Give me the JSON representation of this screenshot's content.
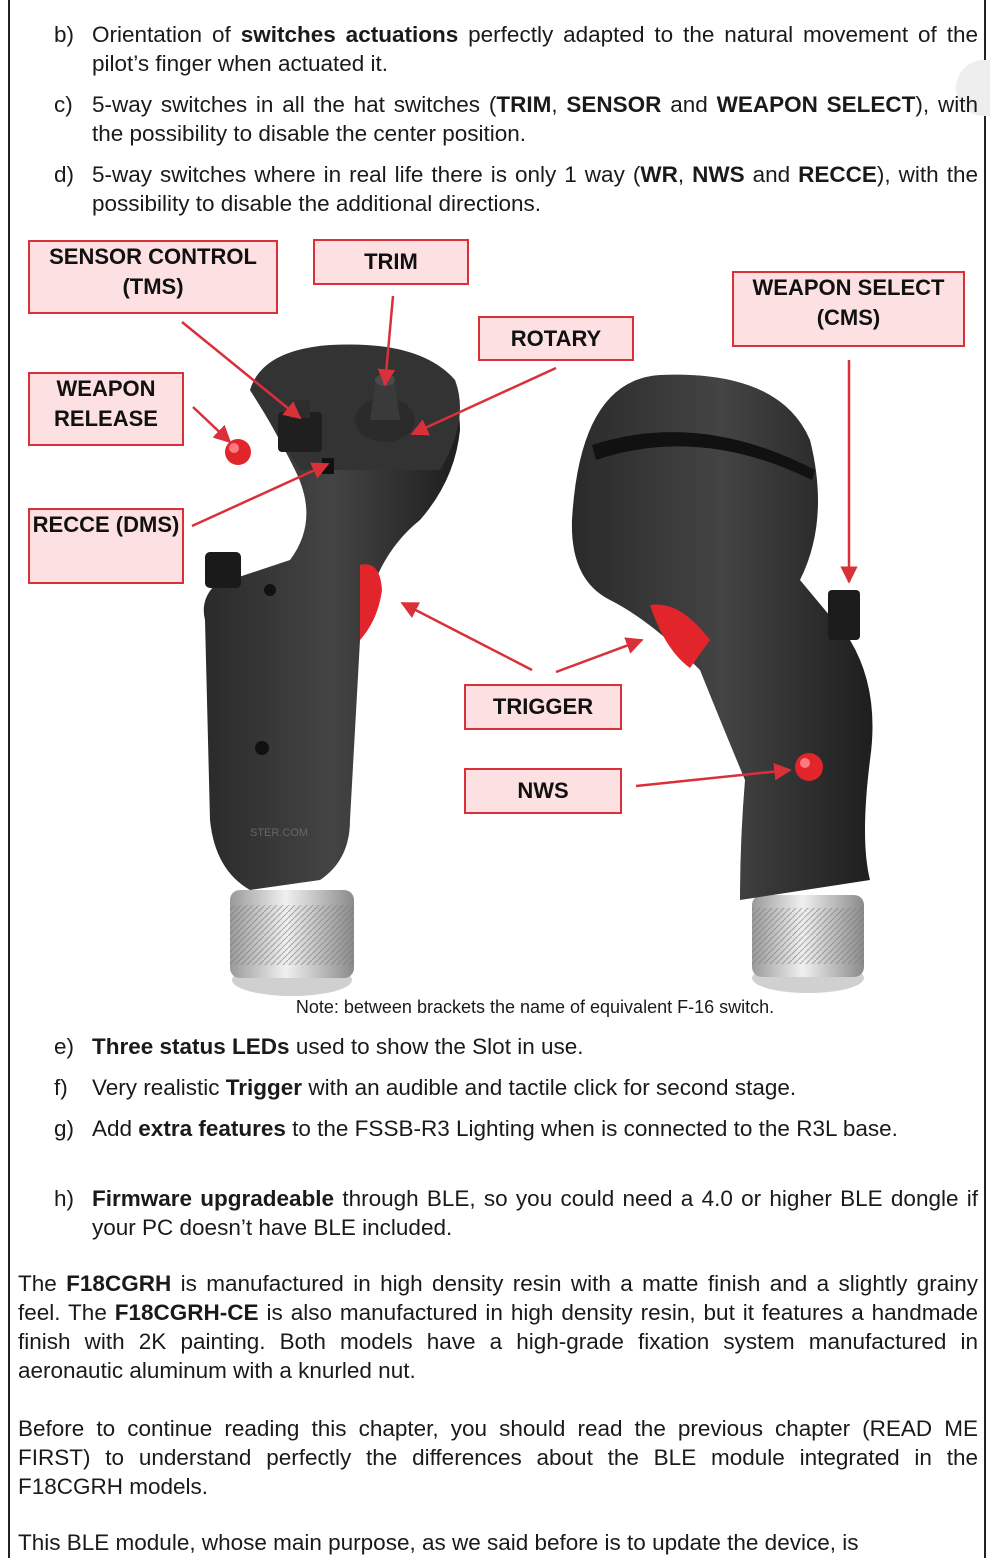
{
  "items_top": [
    {
      "marker": "b)",
      "text_html": "Orientation of <b>switches actuations</b> perfectly adapted to the natural movement of the pilot’s finger when actuated it."
    },
    {
      "marker": "c)",
      "text_html": "5-way switches in all the hat switches (<b>TRIM</b>, <b>SENSOR</b> and <b>WEAPON SELECT</b>), with the possibility to disable the center position."
    },
    {
      "marker": "d)",
      "text_html": "5-way switches where in real life there is only 1 way (<b>WR</b>, <b>NWS</b> and <b>RECCE</b>), with the possibility to disable the additional directions."
    }
  ],
  "labels": {
    "sensor_control": "SENSOR CONTROL (TMS)",
    "trim": "TRIM",
    "weapon_select": "WEAPON SELECT (CMS)",
    "rotary": "ROTARY",
    "weapon_release": "WEAPON RELEASE",
    "recce": "RECCE (DMS)",
    "trigger": "TRIGGER",
    "nws": "NWS"
  },
  "watermark": "STER.COM",
  "note": "Note: between brackets the name of equivalent F-16 switch.",
  "items_bottom": [
    {
      "marker": "e)",
      "text_html": "<b>Three status LEDs</b> used to show the Slot in use."
    },
    {
      "marker": "f)",
      "text_html": "Very realistic <b>Trigger</b> with an audible and tactile click for second stage."
    },
    {
      "marker": "g)",
      "text_html": "Add <b>extra features</b> to the FSSB-R3 Lighting when is connected to the R3L base."
    },
    {
      "marker": "h)",
      "text_html": "<b>Firmware upgradeable</b> through BLE, so you could need a 4.0 or higher BLE dongle if your PC doesn’t have BLE included."
    }
  ],
  "paragraphs": [
    {
      "text_html": "The <b>F18CGRH</b> is manufactured in high density resin with a matte finish and a slightly grainy feel. The <b>F18CGRH-CE</b> is also manufactured in high density resin, but it features a handmade finish with 2K painting. Both models have a high-grade fixation system manufactured in aeronautic aluminum with a knurled nut."
    },
    {
      "text_html": "Before to continue reading this chapter, you should read the previous chapter (READ ME FIRST) to understand perfectly the differences about the BLE module integrated in the F18CGRH models."
    },
    {
      "text_html": "This BLE module, whose main purpose, as we said before is to update the device, is"
    }
  ],
  "colors": {
    "label_fill": "#fde0e2",
    "label_border": "#d9303a",
    "arrow": "#d9303a",
    "accent_red": "#e2252b"
  }
}
